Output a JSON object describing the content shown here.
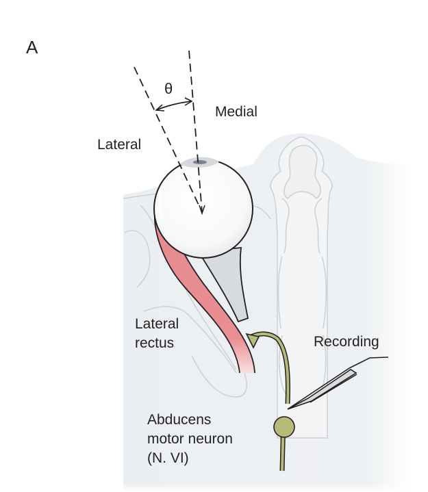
{
  "panel_label": "A",
  "angle_symbol": "θ",
  "labels": {
    "medial": "Medial",
    "lateral": "Lateral",
    "lateral_rectus_line1": "Lateral",
    "lateral_rectus_line2": "rectus",
    "recording": "Recording",
    "neuron_line1": "Abducens",
    "neuron_line2": "motor neuron",
    "neuron_line3": "(N. VI)"
  },
  "colors": {
    "skull": "#eef0f2",
    "skull_outline": "#cdd2d6",
    "eye": "#ffffff",
    "muscle": "#e58a8f",
    "neuron": "#b6bb7a",
    "ink": "#231f20"
  }
}
